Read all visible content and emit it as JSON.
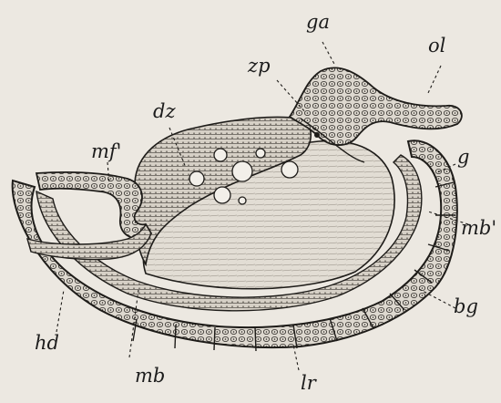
{
  "figure": {
    "labels": {
      "ga": "ga",
      "ol": "ol",
      "zp": "zp",
      "dz": "dz",
      "mf": "mf'",
      "g": "g",
      "mb_right": "mb'",
      "bg": "bg",
      "hd": "hd",
      "mb_bottom": "mb",
      "lr": "lr"
    }
  }
}
